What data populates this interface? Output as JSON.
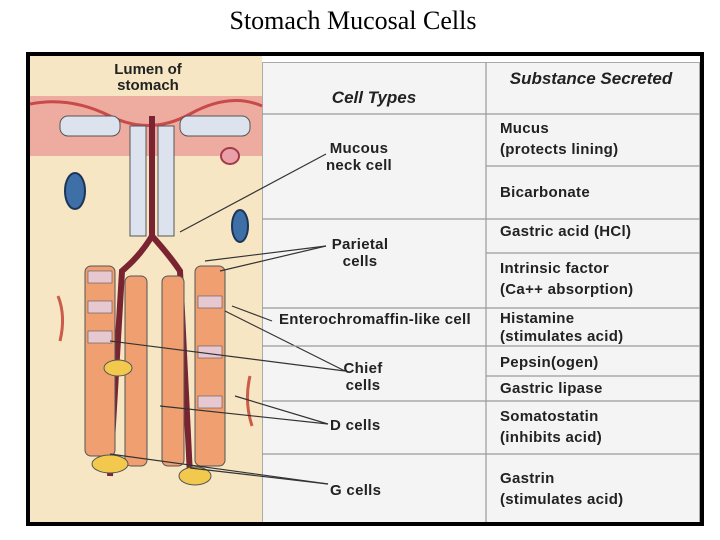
{
  "title": "Stomach Mucosal Cells",
  "diagram": {
    "lumen_label": "Lumen of stomach",
    "headers": {
      "cell_types": "Cell Types",
      "substance": "Substance Secreted"
    },
    "cell_types": [
      {
        "label": "Mucous neck cell"
      },
      {
        "label": "Parietal cells"
      },
      {
        "label": "Enterochromaffin-like cell"
      },
      {
        "label": "Chief cells"
      },
      {
        "label": "D cells"
      },
      {
        "label": "G cells"
      }
    ],
    "substances": [
      {
        "line1": "Mucus",
        "line2": "(protects lining)"
      },
      {
        "line1": "Bicarbonate",
        "line2": ""
      },
      {
        "line1": "Gastric acid (HCl)",
        "line2": ""
      },
      {
        "line1": "Intrinsic factor",
        "line2": "(Ca++ absorption)"
      },
      {
        "line1": "Histamine",
        "line2": "(stimulates acid)"
      },
      {
        "line1": "Pepsin(ogen)",
        "line2": ""
      },
      {
        "line1": "Gastric lipase",
        "line2": ""
      },
      {
        "line1": "Somatostatin",
        "line2": "(inhibits acid)"
      },
      {
        "line1": "Gastrin",
        "line2": "(stimulates acid)"
      }
    ]
  }
}
